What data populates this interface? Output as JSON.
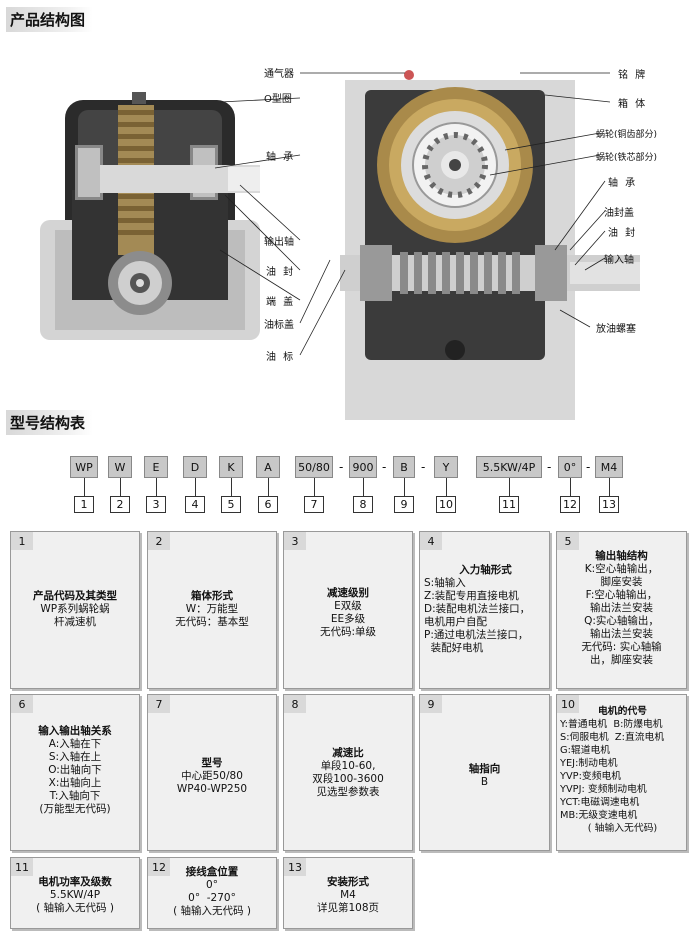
{
  "titles": {
    "structure": "产品结构图",
    "model": "型号结构表"
  },
  "labels_left": [
    "轴 承",
    "输出轴",
    "油 封",
    "端 盖",
    "油标盖",
    "油 标"
  ],
  "labels_top": [
    "通气器",
    "O型圈"
  ],
  "labels_right": [
    "铭 牌",
    "箱 体",
    "蜗轮(铜齿部分)",
    "蜗轮(铁芯部分)",
    "轴 承",
    "油封盖",
    "油 封",
    "输入轴",
    "放油螺塞"
  ],
  "codes": [
    "WP",
    "W",
    "E",
    "D",
    "K",
    "A",
    "50/80",
    "900",
    "B",
    "Y",
    "5.5KW/4P",
    "0°",
    "M4"
  ],
  "dash": "-",
  "numbers": [
    "1",
    "2",
    "3",
    "4",
    "5",
    "6",
    "7",
    "8",
    "9",
    "10",
    "11",
    "12",
    "13"
  ],
  "cells": [
    {
      "num": "1",
      "title": "产品代码及其类型",
      "lines": [
        "WP系列蜗轮蜗",
        "杆减速机"
      ]
    },
    {
      "num": "2",
      "title": "箱体形式",
      "lines": [
        "W：万能型",
        "无代码：基本型"
      ]
    },
    {
      "num": "3",
      "title": "减速级别",
      "lines": [
        "E双级",
        "EE多级",
        "无代码:单级"
      ]
    },
    {
      "num": "4",
      "title": "入力轴形式",
      "lines": [
        "S:轴输入",
        "Z:装配专用直接电机",
        "D:装配电机法兰接口，",
        "电机用户自配",
        "P:通过电机法兰接口，",
        "  装配好电机"
      ]
    },
    {
      "num": "5",
      "title": "输出轴结构",
      "lines": [
        "K:空心轴输出，",
        "脚座安装",
        "F:空心轴输出，",
        "输出法兰安装",
        "Q:实心轴输出，",
        "输出法兰安装",
        "无代码: 实心轴输",
        "出，脚座安装"
      ]
    },
    {
      "num": "6",
      "title": "输入输出轴关系",
      "lines": [
        "A:入轴在下",
        "S:入轴在上",
        "O:出轴向下",
        "X:出轴向上",
        "T:入轴向下",
        "(万能型无代码)"
      ]
    },
    {
      "num": "7",
      "title": "型号",
      "lines": [
        "中心距50/80",
        "WP40-WP250"
      ]
    },
    {
      "num": "8",
      "title": "减速比",
      "lines": [
        "单段10-60,",
        "双段100-3600",
        "见选型参数表"
      ]
    },
    {
      "num": "9",
      "title": "轴指向",
      "lines": [
        "B"
      ]
    },
    {
      "num": "10",
      "title": "电机的代号",
      "lines": [
        "Y:普通电机  B:防爆电机",
        "S:伺服电机  Z:直流电机",
        "G:辊道电机",
        "YEJ:制动电机",
        "YVP:变频电机",
        "YVPJ: 变频制动电机",
        "YCT:电磁调速电机",
        "MB:无级变速电机",
        "( 轴输入无代码)"
      ]
    },
    {
      "num": "11",
      "title": "电机功率及级数",
      "lines": [
        "5.5KW/4P",
        "( 轴输入无代码 )"
      ]
    },
    {
      "num": "12",
      "title": "接线盒位置",
      "lines": [
        "0°",
        "0°  -270°",
        "( 轴输入无代码 )"
      ]
    },
    {
      "num": "13",
      "title": "安装形式",
      "lines": [
        "M4",
        "详见第108页"
      ]
    }
  ]
}
